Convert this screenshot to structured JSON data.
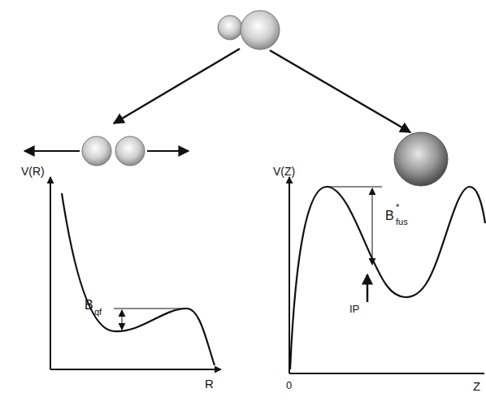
{
  "diagram": {
    "labels": [
      "V(R)",
      "R",
      "B",
      "qf",
      "V(Z)",
      "0",
      "Z",
      "B",
      "*",
      "fus",
      "IP"
    ]
  }
}
